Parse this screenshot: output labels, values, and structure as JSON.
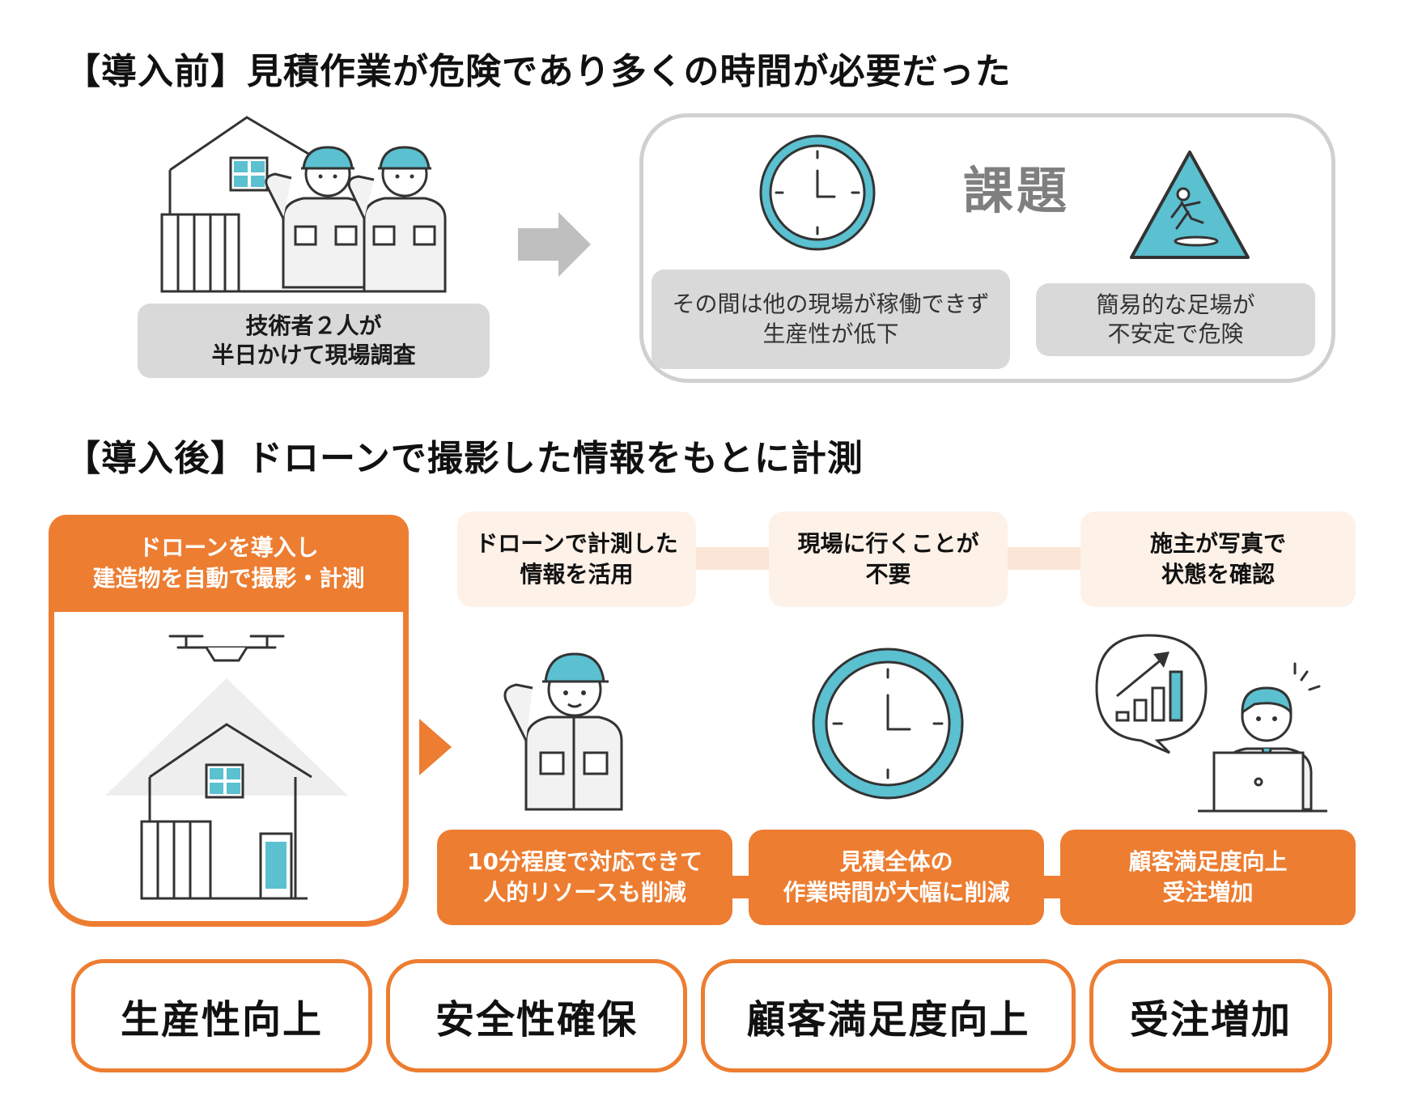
{
  "before": {
    "heading": "【導入前】見積作業が危険であり多くの時間が必要だった",
    "caption_line1": "技術者２人が",
    "caption_line2": "半日かけて現場調査",
    "challenge_title": "課題",
    "challenge_time_line1": "その間は他の現場が稼働できず",
    "challenge_time_line2": "生産性が低下",
    "challenge_safety_line1": "簡易的な足場が",
    "challenge_safety_line2": "不安定で危険"
  },
  "after": {
    "heading": "【導入後】ドローンで撮影した情報をもとに計測",
    "drone_header_line1": "ドローンを導入し",
    "drone_header_line2": "建造物を自動で撮影・計測",
    "steps": [
      {
        "top_line1": "ドローンで計測した",
        "top_line2": "情報を活用",
        "bottom_line1": "10分程度で対応できて",
        "bottom_line2": "人的リソースも削減"
      },
      {
        "top_line1": "現場に行くことが",
        "top_line2": "不要",
        "bottom_line1": "見積全体の",
        "bottom_line2": "作業時間が大幅に削減"
      },
      {
        "top_line1": "施主が写真で",
        "top_line2": "状態を確認",
        "bottom_line1": "顧客満足度向上",
        "bottom_line2": "受注増加"
      }
    ]
  },
  "benefits": [
    "生産性向上",
    "安全性確保",
    "顧客満足度向上",
    "受注増加"
  ],
  "colors": {
    "orange": "#ed7d31",
    "peach": "#fdf1e8",
    "gray_box": "#d9d9d9",
    "helmet_teal": "#5bc0d0",
    "icon_stroke": "#333333"
  },
  "icons": {
    "before_illustration": "house-with-two-workers-icon",
    "arrow": "arrow-right-icon",
    "time": "clock-icon",
    "safety": "slip-warning-icon",
    "drone": "drone-icon",
    "scanned_house": "house-icon",
    "worker": "worker-icon",
    "clock": "clock-icon",
    "client": "client-laptop-icon"
  }
}
